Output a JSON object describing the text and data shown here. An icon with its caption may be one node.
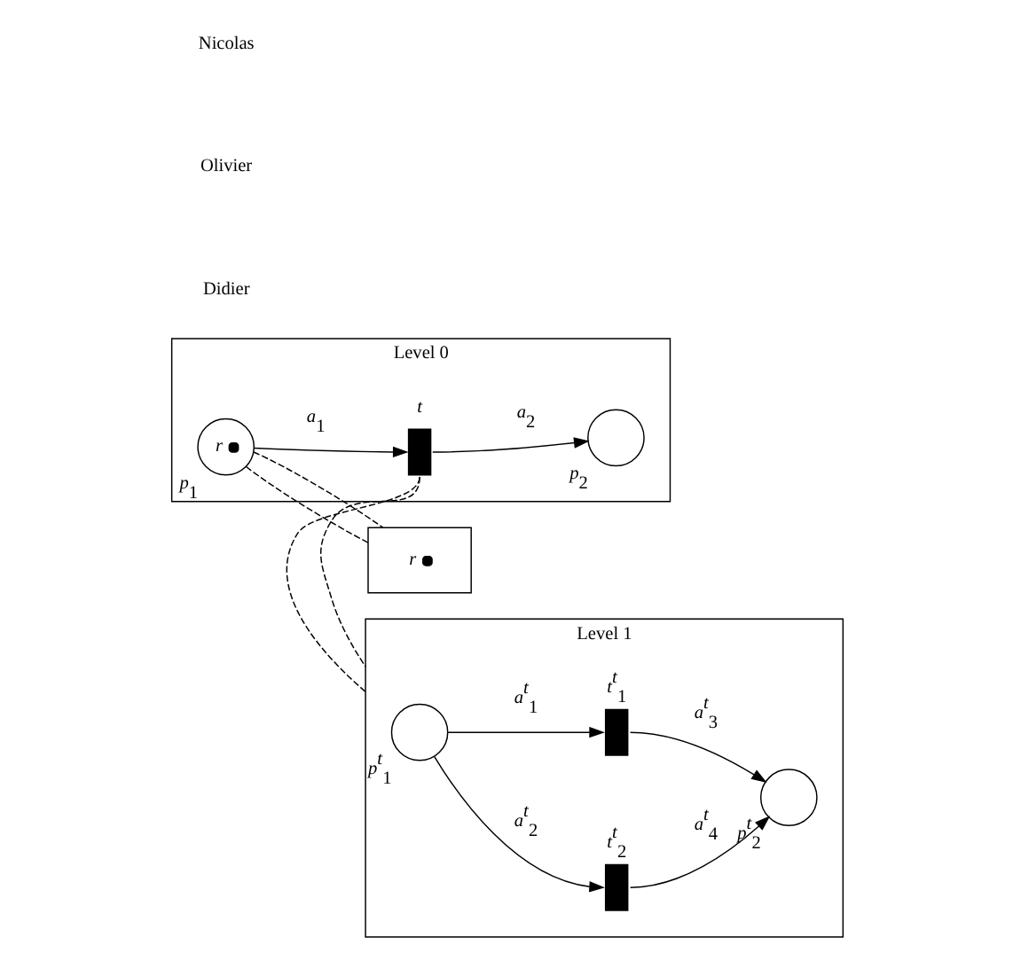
{
  "diagram": {
    "nodes": [
      {
        "text": [
          "Level 0"
        ]
      },
      {
        "text": [
          "p$_{1}$",
          "r"
        ],
        "in": 0
      },
      {
        "text": [
          "t"
        ],
        "in": 0
      },
      {
        "text": [
          "p$_{2}$"
        ],
        "in": 0
      },
      {
        "text": [
          "r"
        ]
      },
      {
        "text": [
          "Level 1"
        ]
      },
      {
        "text": [
          "p$^{t}$$_{1}$"
        ],
        "in": 5
      },
      {
        "text": [
          "t$^{t}$$_{1}$"
        ],
        "in": 5
      },
      {
        "text": [
          "t$^{t}$$_{2}$"
        ],
        "in": 5
      },
      {
        "text": [
          "p$^{t}$$_{2}$"
        ],
        "in": 5
      }
    ],
    "edges": [
      {
        "from": 1,
        "to": 2,
        "arrow": "to",
        "label": "a$_{1}$"
      },
      {
        "from": 2,
        "to": 3,
        "arrow": "to",
        "label": "a$_{2}$"
      },
      {
        "from": 1,
        "to": 4,
        "arrow": "none",
        "style": "dashed"
      },
      {
        "from": 1,
        "to": 4,
        "arrow": "none",
        "style": "dashed"
      },
      {
        "from": 2,
        "to": 5,
        "arrow": "none",
        "style": "dashed"
      },
      {
        "from": 2,
        "to": 5,
        "arrow": "none",
        "style": "dashed"
      },
      {
        "from": 6,
        "to": 7,
        "arrow": "to",
        "label": "a$^{t}$$_{1}$"
      },
      {
        "from": 6,
        "to": 8,
        "arrow": "to",
        "label": "a$^{t}$$_{2}$"
      },
      {
        "from": 7,
        "to": 9,
        "arrow": "to",
        "label": "a$^{t}$$_{3}$"
      },
      {
        "from": 8,
        "to": 9,
        "arrow": "to",
        "label": "a$^{t}$$_{4}$"
      }
    ],
    "labels": [
      "Nicolas",
      "Olivier",
      "Didier"
    ]
  }
}
